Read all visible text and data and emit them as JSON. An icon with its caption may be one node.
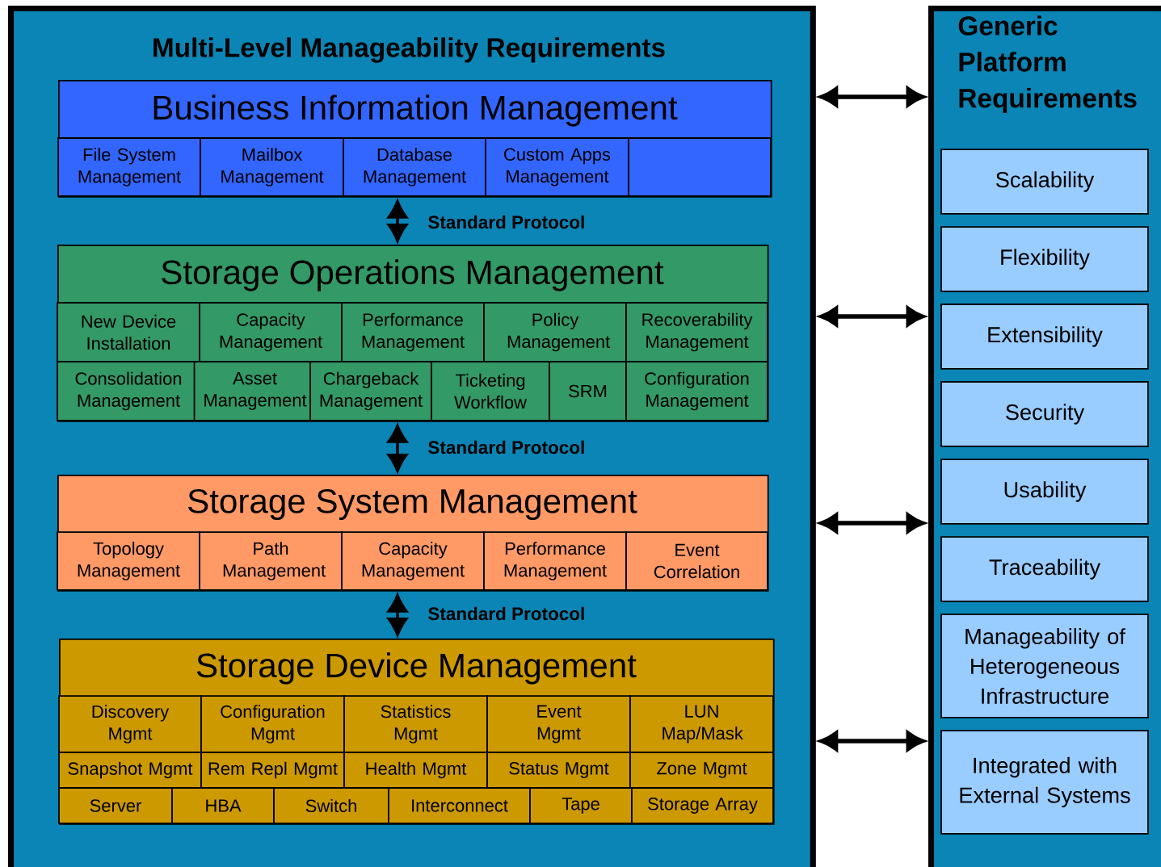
{
  "diagram": {
    "nodes": [
      {
        "text": [
          "Multi-Level Manageability Requirements"
        ]
      },
      {
        "text": [
          "Business Information Management"
        ],
        "in": 0
      },
      {
        "text": [
          "File System Management"
        ],
        "in": 1
      },
      {
        "text": [
          "Mailbox Management"
        ],
        "in": 1
      },
      {
        "text": [
          "Database Management"
        ],
        "in": 1
      },
      {
        "text": [
          "Custom Apps Management"
        ],
        "in": 1
      },
      {
        "text": [],
        "shape": "box",
        "in": 1
      },
      {
        "text": [
          "Storage Operations Management"
        ],
        "in": 0
      },
      {
        "text": [
          "New Device Installation"
        ],
        "in": 7
      },
      {
        "text": [
          "Capacity Management"
        ],
        "in": 7
      },
      {
        "text": [
          "Performance Management"
        ],
        "in": 7
      },
      {
        "text": [
          "Policy Management"
        ],
        "in": 7
      },
      {
        "text": [
          "Recoverability Management"
        ],
        "in": 7
      },
      {
        "text": [
          "Consolidation Management"
        ],
        "in": 7
      },
      {
        "text": [
          "Asset Management"
        ],
        "in": 7
      },
      {
        "text": [
          "Chargeback Management"
        ],
        "in": 7
      },
      {
        "text": [
          "Ticketing Workflow"
        ],
        "in": 7
      },
      {
        "text": [
          "SRM"
        ],
        "in": 7
      },
      {
        "text": [
          "Configuration Management"
        ],
        "in": 7
      },
      {
        "text": [
          "Storage System Management"
        ],
        "in": 0
      },
      {
        "text": [
          "Topology Management"
        ],
        "in": 19
      },
      {
        "text": [
          "Path Management"
        ],
        "in": 19
      },
      {
        "text": [
          "Capacity Management"
        ],
        "in": 19
      },
      {
        "text": [
          "Performance Management"
        ],
        "in": 19
      },
      {
        "text": [
          "Event Correlation"
        ],
        "in": 19
      },
      {
        "text": [
          "Storage Device Management"
        ],
        "in": 0
      },
      {
        "text": [
          "Discovery Mgmt"
        ],
        "in": 25
      },
      {
        "text": [
          "Configuration Mgmt"
        ],
        "in": 25
      },
      {
        "text": [
          "Statistics Mgmt"
        ],
        "in": 25
      },
      {
        "text": [
          "Event Mgmt"
        ],
        "in": 25
      },
      {
        "text": [
          "LUN Map/Mask"
        ],
        "in": 25
      },
      {
        "text": [
          "Snapshot Mgmt"
        ],
        "in": 25
      },
      {
        "text": [
          "Rem Repl Mgmt"
        ],
        "in": 25
      },
      {
        "text": [
          "Health Mgmt"
        ],
        "in": 25
      },
      {
        "text": [
          "Status Mgmt"
        ],
        "in": 25
      },
      {
        "text": [
          "Zone Mgmt"
        ],
        "in": 25
      },
      {
        "text": [
          "Server"
        ],
        "in": 25
      },
      {
        "text": [
          "HBA"
        ],
        "in": 25
      },
      {
        "text": [
          "Switch"
        ],
        "in": 25
      },
      {
        "text": [
          "Interconnect"
        ],
        "in": 25
      },
      {
        "text": [
          "Tape"
        ],
        "in": 25
      },
      {
        "text": [
          "Storage Array"
        ],
        "in": 25
      },
      {
        "text": [
          "Generic Platform Requirements"
        ]
      },
      {
        "text": [
          "Scalability"
        ],
        "in": 42
      },
      {
        "text": [
          "Flexibility"
        ],
        "in": 42
      },
      {
        "text": [
          "Extensibility"
        ],
        "in": 42
      },
      {
        "text": [
          "Security"
        ],
        "in": 42
      },
      {
        "text": [
          "Usability"
        ],
        "in": 42
      },
      {
        "text": [
          "Traceability"
        ],
        "in": 42
      },
      {
        "text": [
          "Manageability of Heterogeneous Infrastructure"
        ],
        "in": 42
      },
      {
        "text": [
          "Integrated with External Systems"
        ],
        "in": 42
      }
    ],
    "edges": [
      {
        "from": 1,
        "to": 7,
        "arrow": "both",
        "label": "Standard Protocol"
      },
      {
        "from": 7,
        "to": 19,
        "arrow": "both",
        "label": "Standard Protocol"
      },
      {
        "from": 19,
        "to": 25,
        "arrow": "both",
        "label": "Standard Protocol"
      },
      {
        "from": 0,
        "to": 42,
        "arrow": "both"
      },
      {
        "from": 0,
        "to": 42,
        "arrow": "both"
      },
      {
        "from": 0,
        "to": 42,
        "arrow": "both"
      },
      {
        "from": 0,
        "to": 42,
        "arrow": "both"
      }
    ]
  }
}
